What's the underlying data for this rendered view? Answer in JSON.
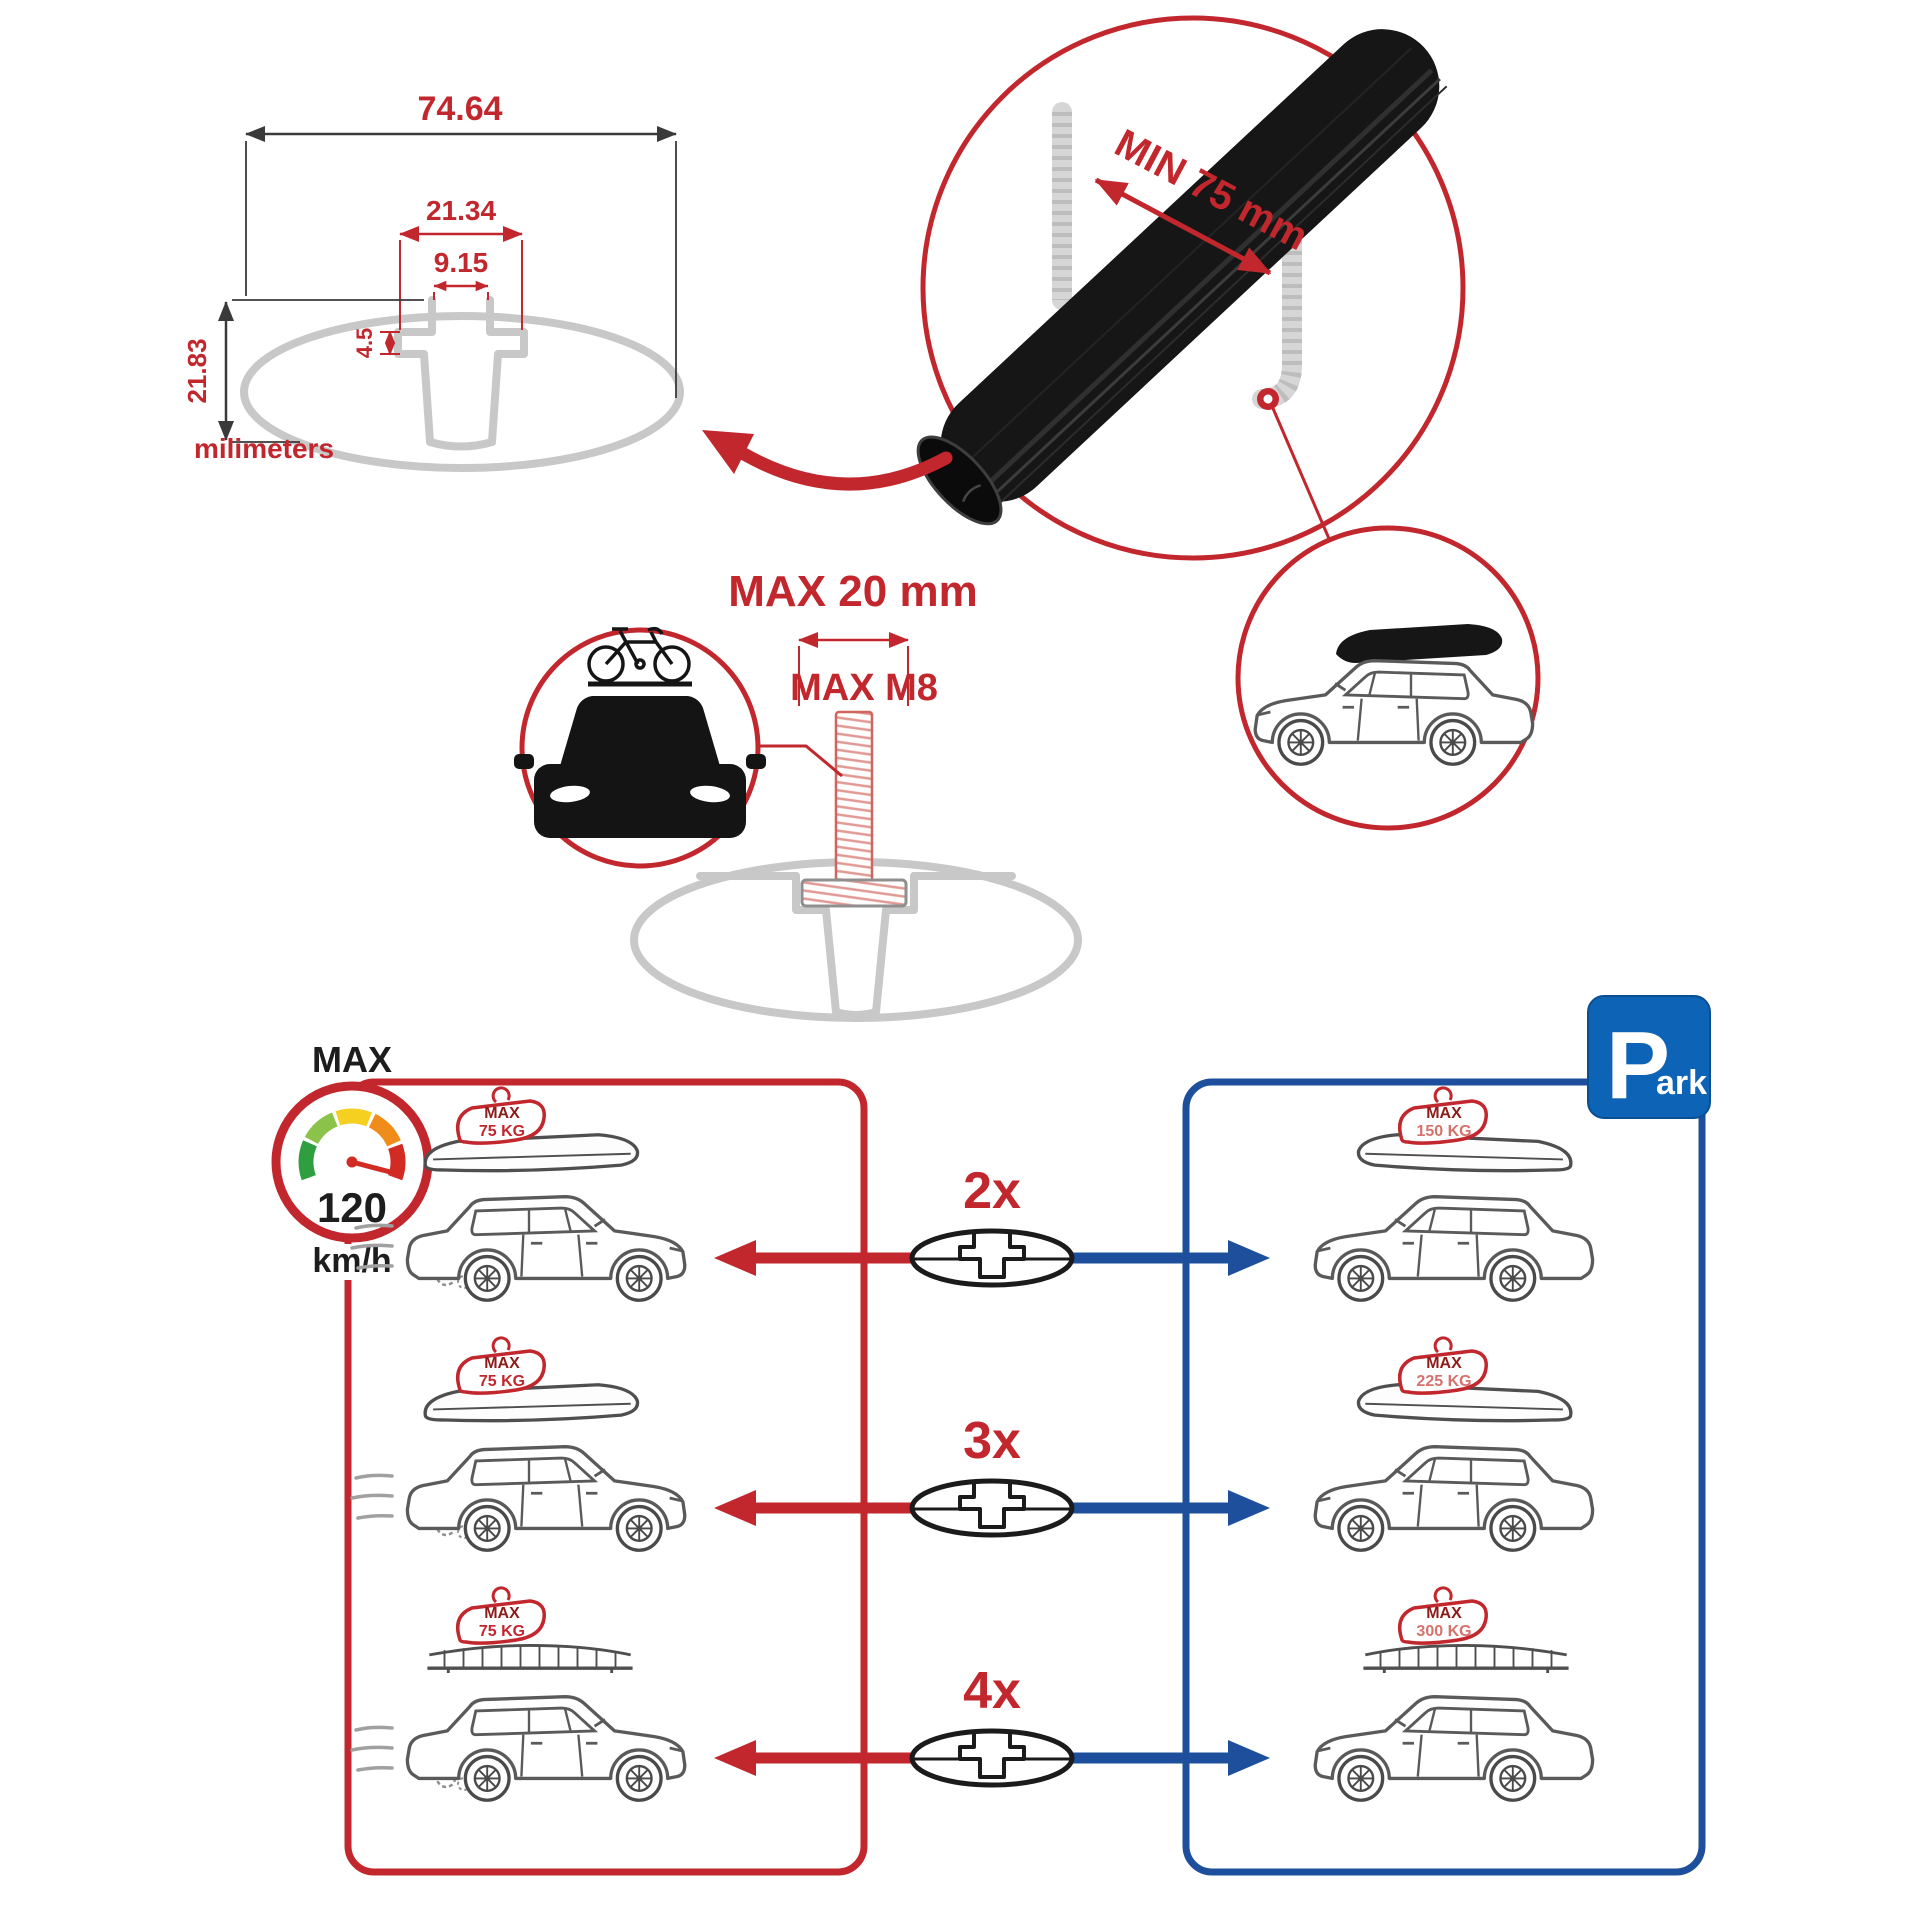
{
  "colors": {
    "red": "#c1272d",
    "blue": "#1e4f9c",
    "sign-blue": "#0d63b5",
    "gray": "#c8c8c8",
    "dark": "#1a1a1a"
  },
  "dimension_diagram": {
    "total_width": "74.64",
    "outer_slot_width": "21.34",
    "inner_slot_width": "9.15",
    "lip_depth": "4.5",
    "profile_height": "21.83",
    "unit_label": "milimeters"
  },
  "crossbar_detail": {
    "min_width_label": "MIN 75 mm"
  },
  "bolt_detail": {
    "max_width_label": "MAX 20 mm",
    "max_thread_label": "MAX M8"
  },
  "speed_limit": {
    "label": "MAX",
    "value": "120",
    "unit": "km/h"
  },
  "park_sign": {
    "letter": "P",
    "rest": "ark"
  },
  "comparison": {
    "multipliers": [
      "2x",
      "3x",
      "4x"
    ],
    "driving": [
      {
        "label": "MAX",
        "load": "75 KG"
      },
      {
        "label": "MAX",
        "load": "75 KG"
      },
      {
        "label": "MAX",
        "load": "75 KG"
      }
    ],
    "parked": [
      {
        "label": "MAX",
        "load": "150 KG"
      },
      {
        "label": "MAX",
        "load": "225 KG"
      },
      {
        "label": "MAX",
        "load": "300 KG"
      }
    ]
  }
}
